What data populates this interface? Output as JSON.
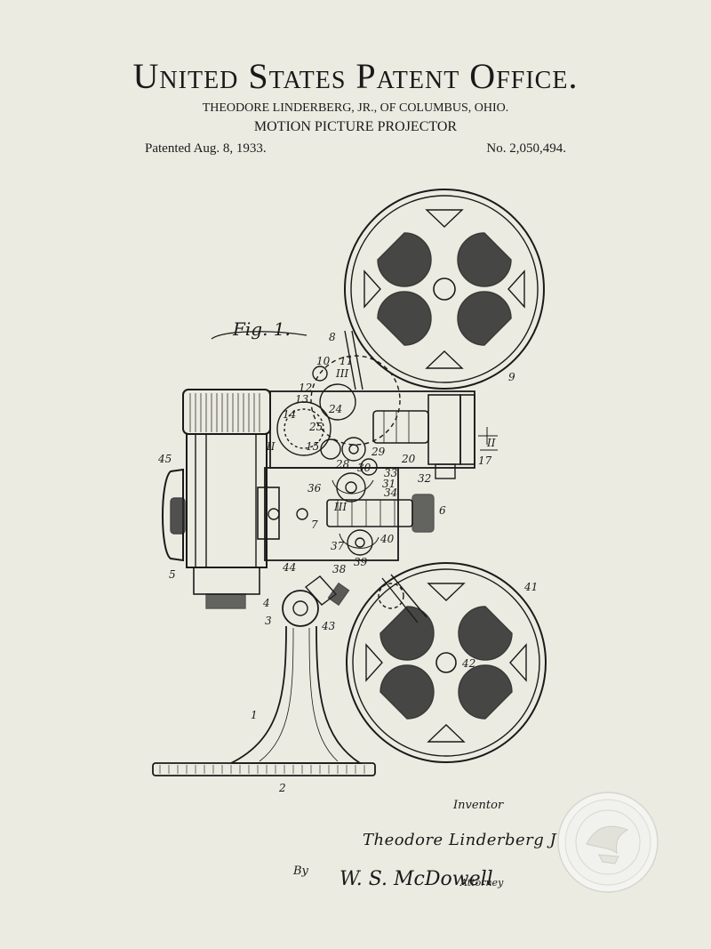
{
  "header": {
    "office_title": "United States Patent Office.",
    "inventor_line": "THEODORE LINDERBERG, JR., OF COLUMBUS, OHIO.",
    "invention_title": "MOTION PICTURE PROJECTOR",
    "patented_date": "Patented Aug. 8, 1933.",
    "patent_number": "No. 2,050,494."
  },
  "drawing": {
    "figure_label": "Fig. 1.",
    "reference_numerals": [
      "1",
      "2",
      "3",
      "4",
      "5",
      "6",
      "7",
      "8",
      "9",
      "10",
      "11",
      "III",
      "12",
      "13",
      "14",
      "15",
      "II",
      "20",
      "24",
      "25",
      "28",
      "29",
      "30",
      "31",
      "32",
      "33",
      "34",
      "36",
      "III",
      "37",
      "38",
      "39",
      "40",
      "41",
      "42",
      "43",
      "44",
      "45",
      "II",
      "17"
    ]
  },
  "signatures": {
    "inventor_caption": "Inventor",
    "inventor_name": "Theodore Linderberg Jr.",
    "by_label": "By",
    "attorney_name": "W. S. McDowell",
    "attorney_caption": "Attorney"
  },
  "colors": {
    "paper": "#ecebe1",
    "ink": "#1a1a1a",
    "seal": "#f4f4f1"
  }
}
